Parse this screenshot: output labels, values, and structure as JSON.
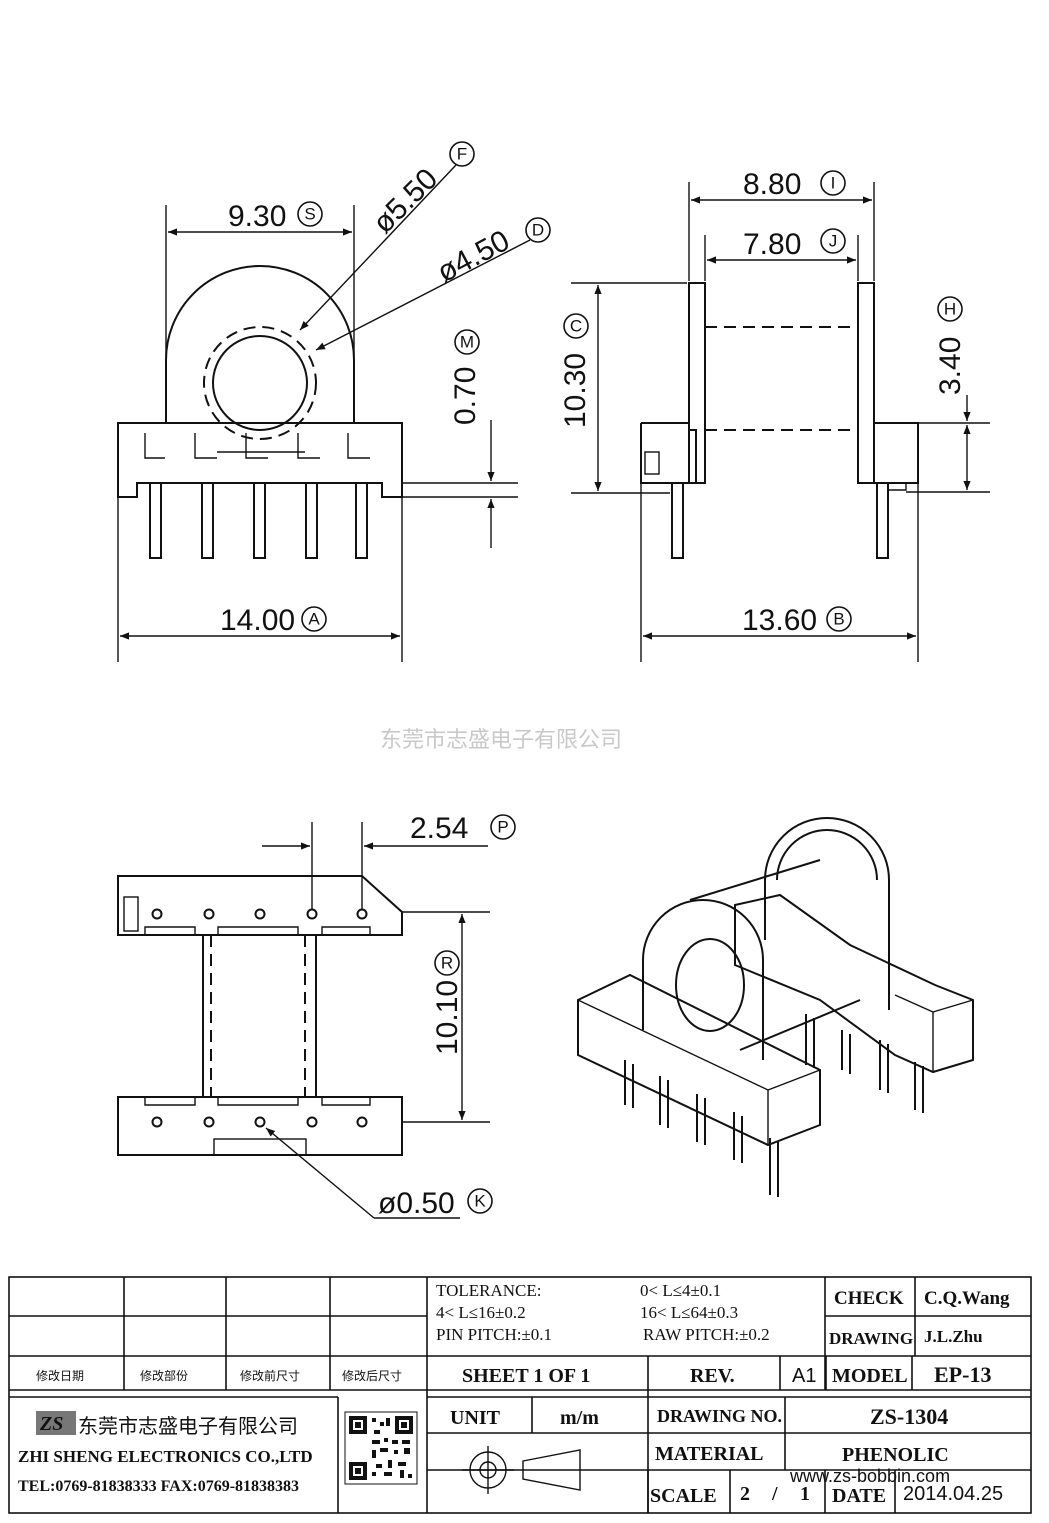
{
  "dimensions": {
    "a": {
      "value": "14.00",
      "label": "A"
    },
    "b": {
      "value": "13.60",
      "label": "B"
    },
    "c": {
      "value": "10.30",
      "label": "C"
    },
    "d": {
      "value": "ø4.50",
      "label": "D"
    },
    "f": {
      "value": "ø5.50",
      "label": "F"
    },
    "h": {
      "value": "3.40",
      "label": "H"
    },
    "i": {
      "value": "8.80",
      "label": "I"
    },
    "j": {
      "value": "7.80",
      "label": "J"
    },
    "k": {
      "value": "ø0.50",
      "label": "K"
    },
    "m": {
      "value": "0.70",
      "label": "M"
    },
    "p": {
      "value": "2.54",
      "label": "P"
    },
    "r": {
      "value": "10.10",
      "label": "R"
    },
    "s": {
      "value": "9.30",
      "label": "S"
    }
  },
  "watermark": "东莞市志盛电子有限公司",
  "title_block": {
    "tolerance_label": "TOLERANCE:",
    "tol_1": "0< L≤4±0.1",
    "tol_2": "4< L≤16±0.2",
    "tol_3": "16< L≤64±0.3",
    "pin_pitch": "PIN PITCH:±0.1",
    "raw_pitch": "RAW PITCH:±0.2",
    "check_label": "CHECK",
    "check_value": "C.Q.Wang",
    "drawing_label": "DRAWING",
    "drawing_value": "J.L.Zhu",
    "rev_headers": [
      "修改日期",
      "修改部份",
      "修改前尺寸",
      "修改后尺寸"
    ],
    "sheet": "SHEET  1  OF  1",
    "rev_label": "REV.",
    "rev_value": "A1",
    "model_label": "MODEL",
    "model_value": "EP-13",
    "company_cn": "东莞市志盛电子有限公司",
    "company_en": "ZHI SHENG  ELECTRONICS CO.,LTD",
    "contact": "TEL:0769-81838333 FAX:0769-81838383",
    "unit_label": "UNIT",
    "unit_value": "m/m",
    "drawing_no_label": "DRAWING  NO.",
    "drawing_no_value": "ZS-1304",
    "material_label": "MATERIAL",
    "material_value": "PHENOLIC",
    "scale_label": "SCALE",
    "scale_num": "2",
    "scale_sep": "/",
    "scale_den": "1",
    "date_label": "DATE",
    "date_value": "2014.04.25",
    "website": "www.zs-bobbin.com",
    "logo_text": "ZS"
  }
}
